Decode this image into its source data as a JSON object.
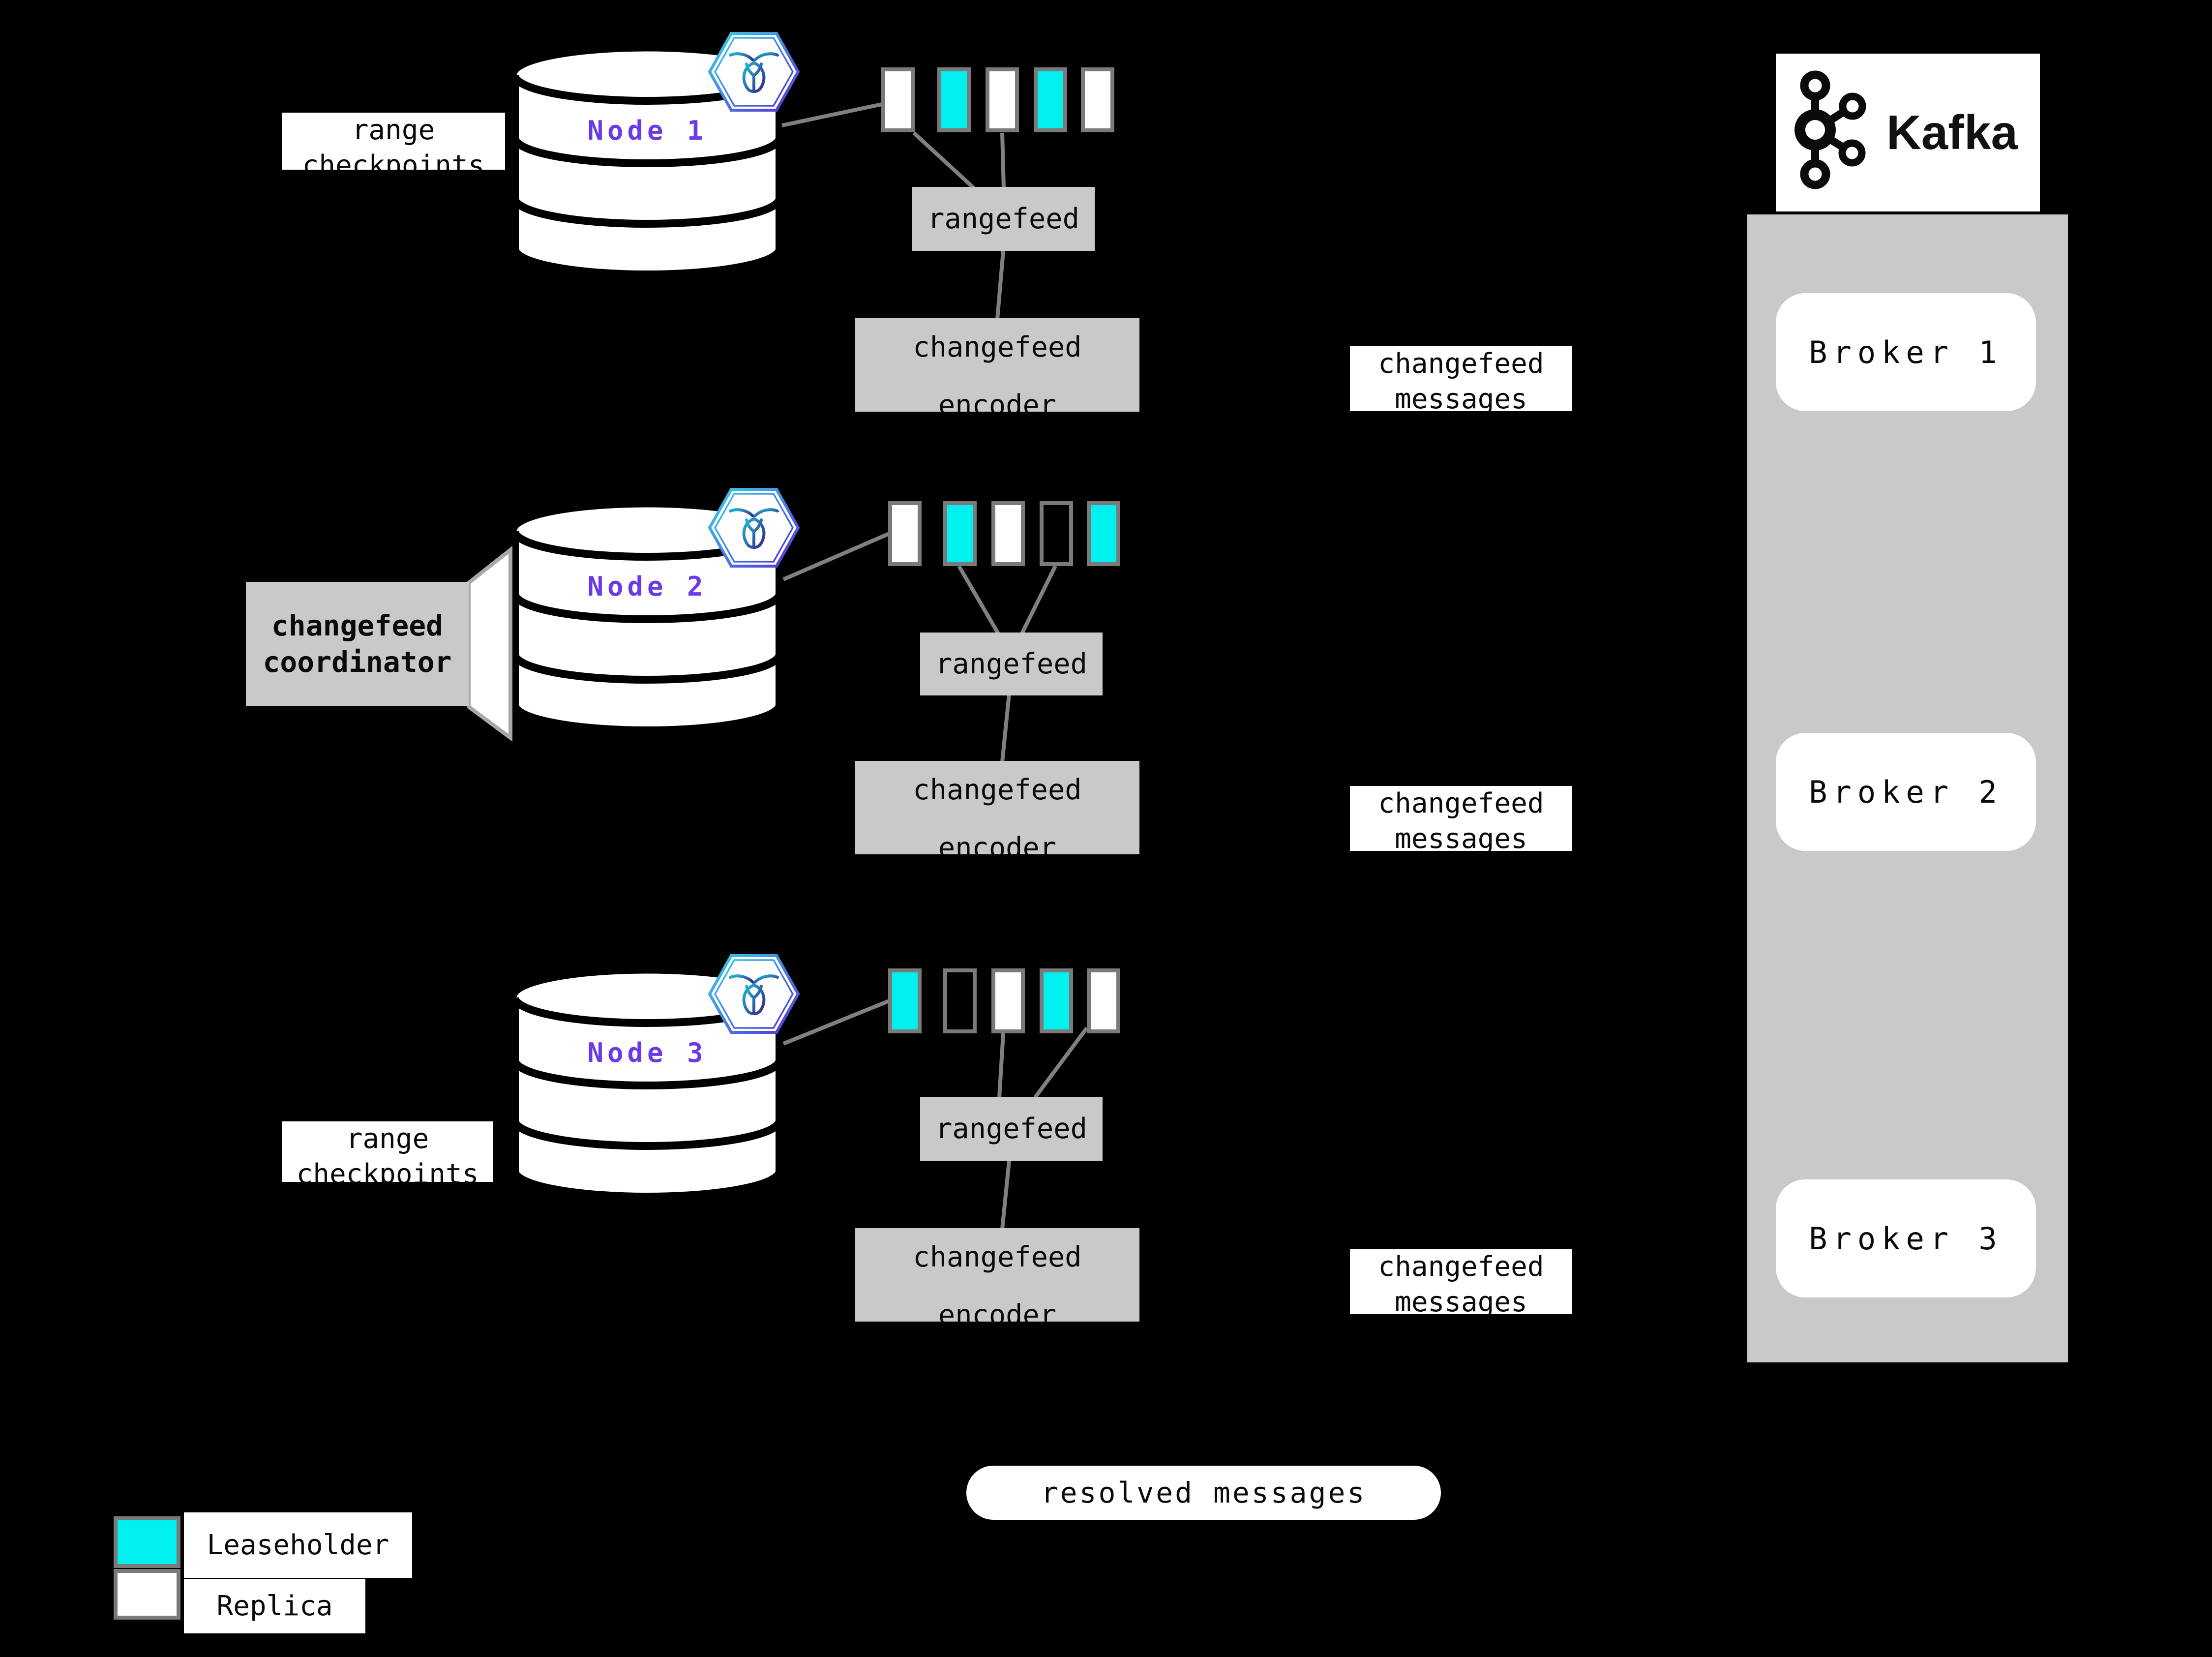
{
  "colors": {
    "background": "#000000",
    "leaseholder": "#00EFEF",
    "replica": "#FFFFFF",
    "empty": "#000000",
    "panel-gray": "#C9C9C9",
    "swatch-border": "#7A7A7A",
    "line-gray": "#808080",
    "node-purple": "#6A39EA",
    "text-black": "#0A0A0A"
  },
  "labels": {
    "checkpoints_line1": "range",
    "checkpoints_line2": "checkpoints",
    "rangefeed": "rangefeed",
    "encoder_line1": "changefeed",
    "encoder_line2": "encoder",
    "messages_line1": "changefeed",
    "messages_line2": "messages",
    "coordinator_line1": "changefeed",
    "coordinator_line2": "coordinator",
    "resolved": "resolved messages"
  },
  "nodes": [
    {
      "name": "Node 1",
      "ranges": [
        "replica",
        "leaseholder",
        "replica",
        "leaseholder",
        "replica"
      ]
    },
    {
      "name": "Node 2",
      "ranges": [
        "replica",
        "leaseholder",
        "replica",
        "empty",
        "leaseholder"
      ]
    },
    {
      "name": "Node 3",
      "ranges": [
        "leaseholder",
        "empty",
        "replica",
        "leaseholder",
        "replica"
      ]
    }
  ],
  "kafka": {
    "title": "Kafka",
    "brokers": [
      "Broker 1",
      "Broker 2",
      "Broker 3"
    ]
  },
  "legend": [
    {
      "type": "leaseholder",
      "label": "Leaseholder"
    },
    {
      "type": "replica",
      "label": "Replica"
    }
  ]
}
